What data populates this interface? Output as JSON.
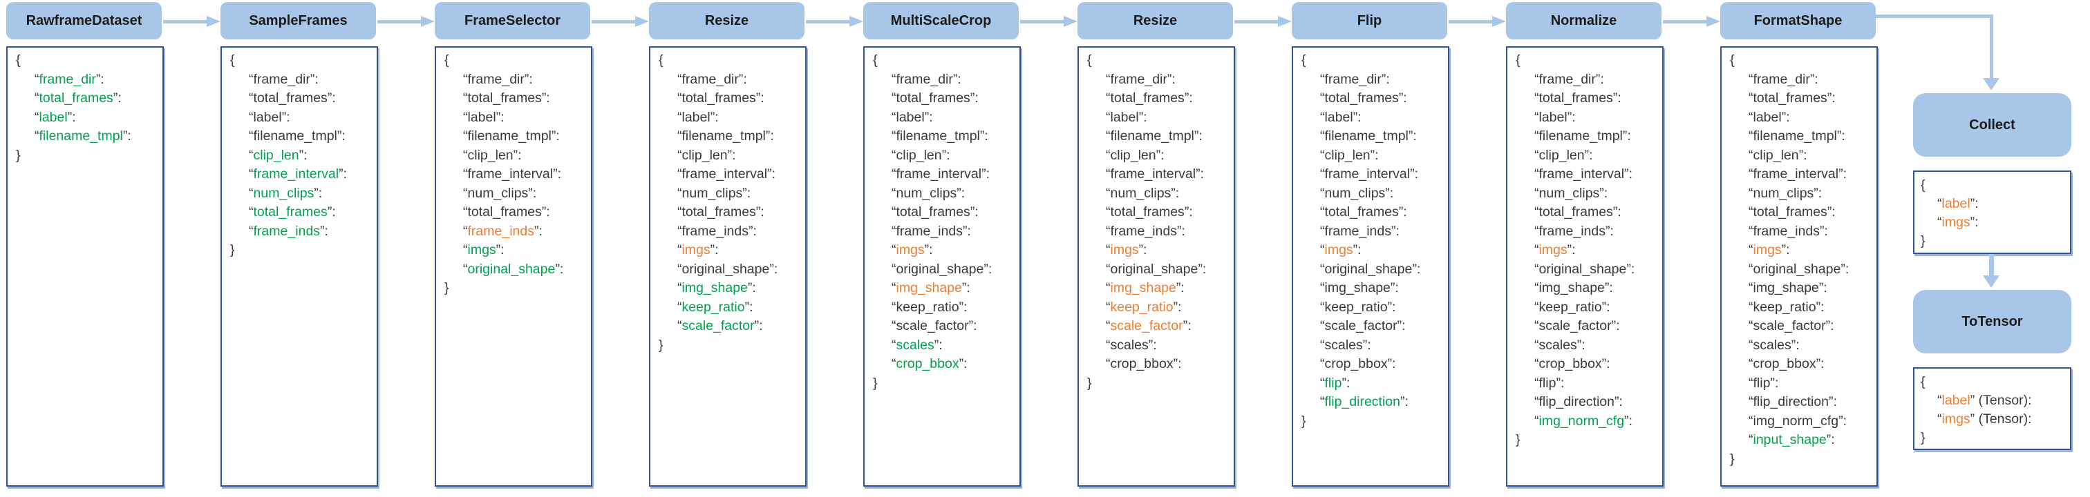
{
  "colors": {
    "background": "#ffffff",
    "stage_header_fill": "#a8c7e8",
    "stage_header_text": "#1b1b1b",
    "box_border": "#2f5597",
    "arrow": "#a8c7e8",
    "key_new": "#00a050",
    "key_modified": "#ed7d31",
    "key_unchanged": "#3a3a3a",
    "punctuation": "#3a3a3a"
  },
  "pipeline": {
    "punctuation": {
      "open_quote": "“",
      "close_quote": "”",
      "colon": ":",
      "brace_open": "{",
      "brace_close": "}"
    },
    "stages": [
      {
        "title": "RawframeDataset",
        "keys": [
          {
            "name": "frame_dir",
            "status": "new"
          },
          {
            "name": "total_frames",
            "status": "new"
          },
          {
            "name": "label",
            "status": "new"
          },
          {
            "name": "filename_tmpl",
            "status": "new"
          }
        ]
      },
      {
        "title": "SampleFrames",
        "keys": [
          {
            "name": "frame_dir",
            "status": "unchanged"
          },
          {
            "name": "total_frames",
            "status": "unchanged"
          },
          {
            "name": "label",
            "status": "unchanged"
          },
          {
            "name": "filename_tmpl",
            "status": "unchanged"
          },
          {
            "name": "clip_len",
            "status": "new"
          },
          {
            "name": "frame_interval",
            "status": "new"
          },
          {
            "name": "num_clips",
            "status": "new"
          },
          {
            "name": "total_frames",
            "status": "new"
          },
          {
            "name": "frame_inds",
            "status": "new"
          }
        ]
      },
      {
        "title": "FrameSelector",
        "keys": [
          {
            "name": "frame_dir",
            "status": "unchanged"
          },
          {
            "name": "total_frames",
            "status": "unchanged"
          },
          {
            "name": "label",
            "status": "unchanged"
          },
          {
            "name": "filename_tmpl",
            "status": "unchanged"
          },
          {
            "name": "clip_len",
            "status": "unchanged"
          },
          {
            "name": "frame_interval",
            "status": "unchanged"
          },
          {
            "name": "num_clips",
            "status": "unchanged"
          },
          {
            "name": "total_frames",
            "status": "unchanged"
          },
          {
            "name": "frame_inds",
            "status": "modified"
          },
          {
            "name": "imgs",
            "status": "new"
          },
          {
            "name": "original_shape",
            "status": "new"
          }
        ]
      },
      {
        "title": "Resize",
        "keys": [
          {
            "name": "frame_dir",
            "status": "unchanged"
          },
          {
            "name": "total_frames",
            "status": "unchanged"
          },
          {
            "name": "label",
            "status": "unchanged"
          },
          {
            "name": "filename_tmpl",
            "status": "unchanged"
          },
          {
            "name": "clip_len",
            "status": "unchanged"
          },
          {
            "name": "frame_interval",
            "status": "unchanged"
          },
          {
            "name": "num_clips",
            "status": "unchanged"
          },
          {
            "name": "total_frames",
            "status": "unchanged"
          },
          {
            "name": "frame_inds",
            "status": "unchanged"
          },
          {
            "name": "imgs",
            "status": "modified"
          },
          {
            "name": "original_shape",
            "status": "unchanged"
          },
          {
            "name": "img_shape",
            "status": "new"
          },
          {
            "name": "keep_ratio",
            "status": "new"
          },
          {
            "name": "scale_factor",
            "status": "new"
          }
        ]
      },
      {
        "title": "MultiScaleCrop",
        "keys": [
          {
            "name": "frame_dir",
            "status": "unchanged"
          },
          {
            "name": "total_frames",
            "status": "unchanged"
          },
          {
            "name": "label",
            "status": "unchanged"
          },
          {
            "name": "filename_tmpl",
            "status": "unchanged"
          },
          {
            "name": "clip_len",
            "status": "unchanged"
          },
          {
            "name": "frame_interval",
            "status": "unchanged"
          },
          {
            "name": "num_clips",
            "status": "unchanged"
          },
          {
            "name": "total_frames",
            "status": "unchanged"
          },
          {
            "name": "frame_inds",
            "status": "unchanged"
          },
          {
            "name": "imgs",
            "status": "modified"
          },
          {
            "name": "original_shape",
            "status": "unchanged"
          },
          {
            "name": "img_shape",
            "status": "modified"
          },
          {
            "name": "keep_ratio",
            "status": "unchanged"
          },
          {
            "name": "scale_factor",
            "status": "unchanged"
          },
          {
            "name": "scales",
            "status": "new"
          },
          {
            "name": "crop_bbox",
            "status": "new"
          }
        ]
      },
      {
        "title": "Resize",
        "keys": [
          {
            "name": "frame_dir",
            "status": "unchanged"
          },
          {
            "name": "total_frames",
            "status": "unchanged"
          },
          {
            "name": "label",
            "status": "unchanged"
          },
          {
            "name": "filename_tmpl",
            "status": "unchanged"
          },
          {
            "name": "clip_len",
            "status": "unchanged"
          },
          {
            "name": "frame_interval",
            "status": "unchanged"
          },
          {
            "name": "num_clips",
            "status": "unchanged"
          },
          {
            "name": "total_frames",
            "status": "unchanged"
          },
          {
            "name": "frame_inds",
            "status": "unchanged"
          },
          {
            "name": "imgs",
            "status": "modified"
          },
          {
            "name": "original_shape",
            "status": "unchanged"
          },
          {
            "name": "img_shape",
            "status": "modified"
          },
          {
            "name": "keep_ratio",
            "status": "modified"
          },
          {
            "name": "scale_factor",
            "status": "modified"
          },
          {
            "name": "scales",
            "status": "unchanged"
          },
          {
            "name": "crop_bbox",
            "status": "unchanged"
          }
        ]
      },
      {
        "title": "Flip",
        "keys": [
          {
            "name": "frame_dir",
            "status": "unchanged"
          },
          {
            "name": "total_frames",
            "status": "unchanged"
          },
          {
            "name": "label",
            "status": "unchanged"
          },
          {
            "name": "filename_tmpl",
            "status": "unchanged"
          },
          {
            "name": "clip_len",
            "status": "unchanged"
          },
          {
            "name": "frame_interval",
            "status": "unchanged"
          },
          {
            "name": "num_clips",
            "status": "unchanged"
          },
          {
            "name": "total_frames",
            "status": "unchanged"
          },
          {
            "name": "frame_inds",
            "status": "unchanged"
          },
          {
            "name": "imgs",
            "status": "modified"
          },
          {
            "name": "original_shape",
            "status": "unchanged"
          },
          {
            "name": "img_shape",
            "status": "unchanged"
          },
          {
            "name": "keep_ratio",
            "status": "unchanged"
          },
          {
            "name": "scale_factor",
            "status": "unchanged"
          },
          {
            "name": "scales",
            "status": "unchanged"
          },
          {
            "name": "crop_bbox",
            "status": "unchanged"
          },
          {
            "name": "flip",
            "status": "new"
          },
          {
            "name": "flip_direction",
            "status": "new"
          }
        ]
      },
      {
        "title": "Normalize",
        "keys": [
          {
            "name": "frame_dir",
            "status": "unchanged"
          },
          {
            "name": "total_frames",
            "status": "unchanged"
          },
          {
            "name": "label",
            "status": "unchanged"
          },
          {
            "name": "filename_tmpl",
            "status": "unchanged"
          },
          {
            "name": "clip_len",
            "status": "unchanged"
          },
          {
            "name": "frame_interval",
            "status": "unchanged"
          },
          {
            "name": "num_clips",
            "status": "unchanged"
          },
          {
            "name": "total_frames",
            "status": "unchanged"
          },
          {
            "name": "frame_inds",
            "status": "unchanged"
          },
          {
            "name": "imgs",
            "status": "modified"
          },
          {
            "name": "original_shape",
            "status": "unchanged"
          },
          {
            "name": "img_shape",
            "status": "unchanged"
          },
          {
            "name": "keep_ratio",
            "status": "unchanged"
          },
          {
            "name": "scale_factor",
            "status": "unchanged"
          },
          {
            "name": "scales",
            "status": "unchanged"
          },
          {
            "name": "crop_bbox",
            "status": "unchanged"
          },
          {
            "name": "flip",
            "status": "unchanged"
          },
          {
            "name": "flip_direction",
            "status": "unchanged"
          },
          {
            "name": "img_norm_cfg",
            "status": "new"
          }
        ]
      },
      {
        "title": "FormatShape",
        "keys": [
          {
            "name": "frame_dir",
            "status": "unchanged"
          },
          {
            "name": "total_frames",
            "status": "unchanged"
          },
          {
            "name": "label",
            "status": "unchanged"
          },
          {
            "name": "filename_tmpl",
            "status": "unchanged"
          },
          {
            "name": "clip_len",
            "status": "unchanged"
          },
          {
            "name": "frame_interval",
            "status": "unchanged"
          },
          {
            "name": "num_clips",
            "status": "unchanged"
          },
          {
            "name": "total_frames",
            "status": "unchanged"
          },
          {
            "name": "frame_inds",
            "status": "unchanged"
          },
          {
            "name": "imgs",
            "status": "modified"
          },
          {
            "name": "original_shape",
            "status": "unchanged"
          },
          {
            "name": "img_shape",
            "status": "unchanged"
          },
          {
            "name": "keep_ratio",
            "status": "unchanged"
          },
          {
            "name": "scale_factor",
            "status": "unchanged"
          },
          {
            "name": "scales",
            "status": "unchanged"
          },
          {
            "name": "crop_bbox",
            "status": "unchanged"
          },
          {
            "name": "flip",
            "status": "unchanged"
          },
          {
            "name": "flip_direction",
            "status": "unchanged"
          },
          {
            "name": "img_norm_cfg",
            "status": "unchanged"
          },
          {
            "name": "input_shape",
            "status": "new"
          }
        ]
      }
    ],
    "post_stages": [
      {
        "title": "Collect",
        "keys": [
          {
            "name": "label",
            "status": "modified"
          },
          {
            "name": "imgs",
            "status": "modified"
          }
        ]
      },
      {
        "title": "ToTensor",
        "keys": [
          {
            "name": "label",
            "status": "modified",
            "suffix": " (Tensor)"
          },
          {
            "name": "imgs",
            "status": "modified",
            "suffix": " (Tensor)"
          }
        ]
      }
    ]
  }
}
